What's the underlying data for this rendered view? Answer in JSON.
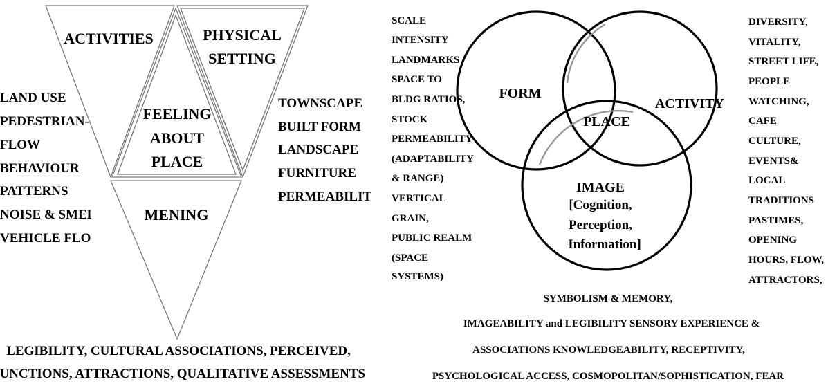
{
  "left": {
    "activities": "ACTIVITIES",
    "physical_setting": [
      "PHYSICAL",
      "SETTING"
    ],
    "feeling": [
      "FEELING",
      "ABOUT",
      "PLACE"
    ],
    "meaning": "MENING",
    "activity_list": [
      "LAND USE",
      "PEDESTRIAN-",
      "FLOW",
      "BEHAVIOUR",
      "PATTERNS",
      "NOISE & SMELL",
      "VEHICLE FLOW"
    ],
    "setting_list": [
      "TOWNSCAPE",
      "BUILT FORM",
      "LANDSCAPE",
      "FURNITURE",
      "PERMEABILITY"
    ],
    "meaning_list": [
      "LEGIBILITY, CULTURAL ASSOCIATIONS, PERCEIVED,",
      "FUNCTIONS, ATTRACTIONS, QUALITATIVE ASSESSMENTS"
    ]
  },
  "right": {
    "form": "FORM",
    "activity": "ACTIVITY",
    "place": "PLACE",
    "image": "IMAGE",
    "image_sub": [
      "[Cognition,",
      "Perception,",
      "Information]"
    ],
    "form_list": [
      "SCALE",
      "INTENSITY",
      "LANDMARKS",
      "SPACE TO",
      "BLDG RATIOS,",
      "STOCK",
      "PERMEABILITY",
      "(ADAPTABILITY",
      "& RANGE)",
      "VERTICAL",
      "GRAIN,",
      "PUBLIC REALM",
      "(SPACE",
      "SYSTEMS)"
    ],
    "activity_list": [
      "DIVERSITY,",
      "VITALITY,",
      "STREET LIFE,",
      "PEOPLE",
      "WATCHING,",
      "CAFE",
      "CULTURE,",
      "EVENTS&",
      "LOCAL",
      "TRADITIONS",
      "PASTIMES,",
      "OPENING",
      "HOURS, FLOW,",
      "ATTRACTORS,"
    ],
    "image_list": [
      "SYMBOLISM & MEMORY,",
      "IMAGEABILITY and LEGIBILITY SENSORY EXPERIENCE &",
      "ASSOCIATIONS KNOWLEDGEABILITY, RECEPTIVITY,",
      "PSYCHOLOGICAL ACCESS, COSMOPOLITAN/SOPHISTICATION, FEAR"
    ]
  }
}
